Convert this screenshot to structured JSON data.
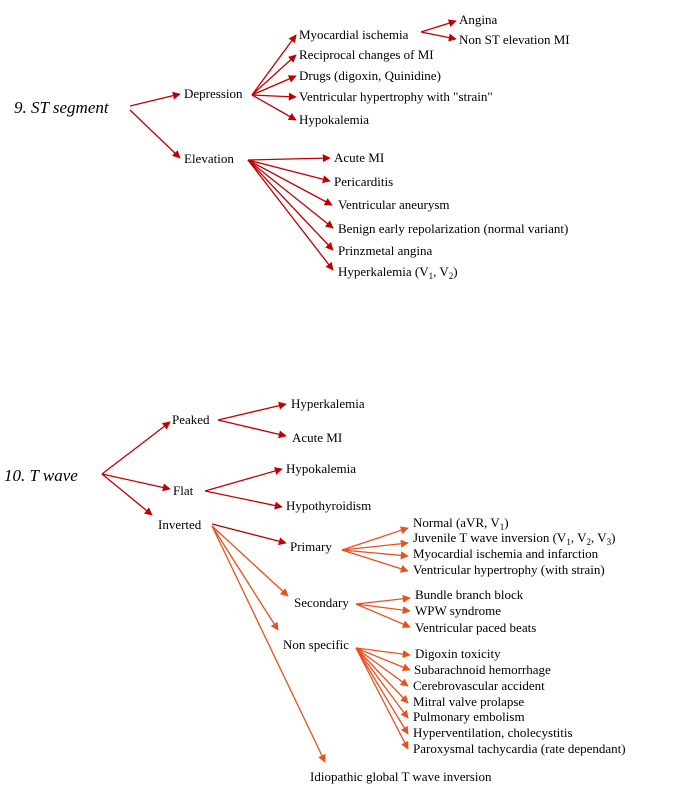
{
  "colors": {
    "red": "#c00000",
    "orange": "#e8501e"
  },
  "st_segment": {
    "title": "9. ST segment",
    "depression": {
      "label": "Depression",
      "items": [
        "Myocardial ischemia",
        "Reciprocal changes of MI",
        "Drugs (digoxin, Quinidine)",
        "Ventricular hypertrophy with \"strain\"",
        "Hypokalemia"
      ],
      "ischemia_items": [
        "Angina",
        "Non ST elevation MI"
      ]
    },
    "elevation": {
      "label": "Elevation",
      "items": [
        "Acute MI",
        "Pericarditis",
        "Ventricular aneurysm",
        "Benign early repolarization (normal variant)",
        "Prinzmetal angina"
      ],
      "hyperkalemia": {
        "text": "Hyperkalemia (V",
        "sub1": "1",
        "sep": ", V",
        "sub2": "2",
        "end": ")"
      }
    }
  },
  "t_wave": {
    "title": "10. T wave",
    "peaked": {
      "label": "Peaked",
      "items": [
        "Hyperkalemia",
        "Acute MI"
      ]
    },
    "flat": {
      "label": "Flat",
      "items": [
        "Hypokalemia",
        "Hypothyroidism"
      ]
    },
    "inverted": {
      "label": "Inverted",
      "primary": {
        "label": "Primary",
        "normal": {
          "text": "Normal (aVR, V",
          "sub": "1",
          "end": ")"
        },
        "juvenile": {
          "text": "Juvenile T wave inversion (V",
          "s1": "1",
          "c1": ", V",
          "s2": "2",
          "c2": ", V",
          "s3": "3",
          "end": ")"
        },
        "items": [
          "Myocardial ischemia and infarction",
          "Ventricular hypertrophy (with strain)"
        ]
      },
      "secondary": {
        "label": "Secondary",
        "items": [
          "Bundle branch block",
          "WPW syndrome",
          "Ventricular paced beats"
        ]
      },
      "non_specific": {
        "label": "Non specific",
        "items": [
          "Digoxin toxicity",
          "Subarachnoid hemorrhage",
          "Cerebrovascular accident",
          "Mitral valve prolapse",
          "Pulmonary embolism",
          "Hyperventilation, cholecystitis",
          "Paroxysmal tachycardia (rate dependant)"
        ]
      },
      "idiopathic": "Idiopathic global T wave inversion"
    }
  }
}
